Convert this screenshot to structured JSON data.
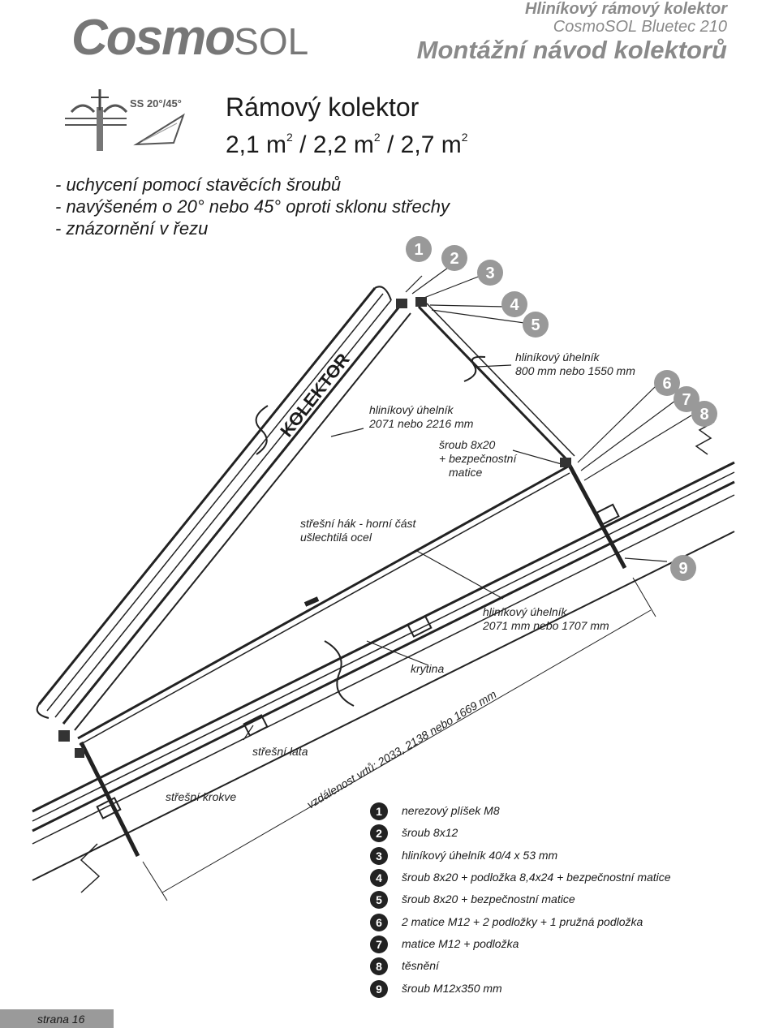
{
  "header": {
    "brand_bold": "Cosmo",
    "brand_light": "SOL",
    "line1": "Hliníkový rámový kolektor",
    "line2": "CosmoSOL Bluetec 210",
    "line3": "Montážní návod kolektorů"
  },
  "icon": {
    "label": "SS 20°/45°"
  },
  "title": "Rámový kolektor",
  "subtitle": {
    "a": "2,1 m",
    "b": "2",
    "c": " / 2,2 m",
    "d": "2",
    "e": " / 2,7 m",
    "f": "2"
  },
  "intro": [
    "- uchycení pomocí stavěcích šroubů",
    "- navýšeném o 20° nebo 45° oproti sklonu střechy",
    "- znázornění v řezu"
  ],
  "diagram": {
    "collector_label": "KOLEKTOR",
    "badges": [
      "1",
      "2",
      "3",
      "4",
      "5",
      "6",
      "7",
      "8",
      "9"
    ],
    "callouts": {
      "angle_top_1": "hliníkový úhelník",
      "angle_top_2": "800 mm nebo 1550 mm",
      "angle_mid_1": "hliníkový úhelník",
      "angle_mid_2": "2071 nebo 2216 mm",
      "screw_1": "šroub 8x20",
      "screw_2": "+ bezpečnostní",
      "screw_3": "matice",
      "hook_1": "střešní hák - horní část",
      "hook_2": "ušlechtilá ocel",
      "angle_low_1": "hliníkový úhelník",
      "angle_low_2": "2071 mm nebo 1707 mm",
      "roofing": "krytina",
      "batten": "střešní lata",
      "rafter": "střešní krokve",
      "distance": "vzdálenost vrtů: 2033, 2138 nebo 1669 mm"
    }
  },
  "legend": [
    {
      "num": "1",
      "text": "nerezový plíšek M8"
    },
    {
      "num": "2",
      "text": "šroub 8x12"
    },
    {
      "num": "3",
      "text": "hliníkový úhelník 40/4 x 53 mm"
    },
    {
      "num": "4",
      "text": "šroub 8x20 + podložka 8,4x24 + bezpečnostní matice"
    },
    {
      "num": "5",
      "text": "šroub 8x20 + bezpečnostní matice"
    },
    {
      "num": "6",
      "text": "2 matice M12 + 2 podložky + 1 pružná podložka"
    },
    {
      "num": "7",
      "text": "matice M12 + podložka"
    },
    {
      "num": "8",
      "text": "těsnění"
    },
    {
      "num": "9",
      "text": "šroub M12x350 mm"
    }
  ],
  "footer": {
    "page": "strana 16"
  }
}
